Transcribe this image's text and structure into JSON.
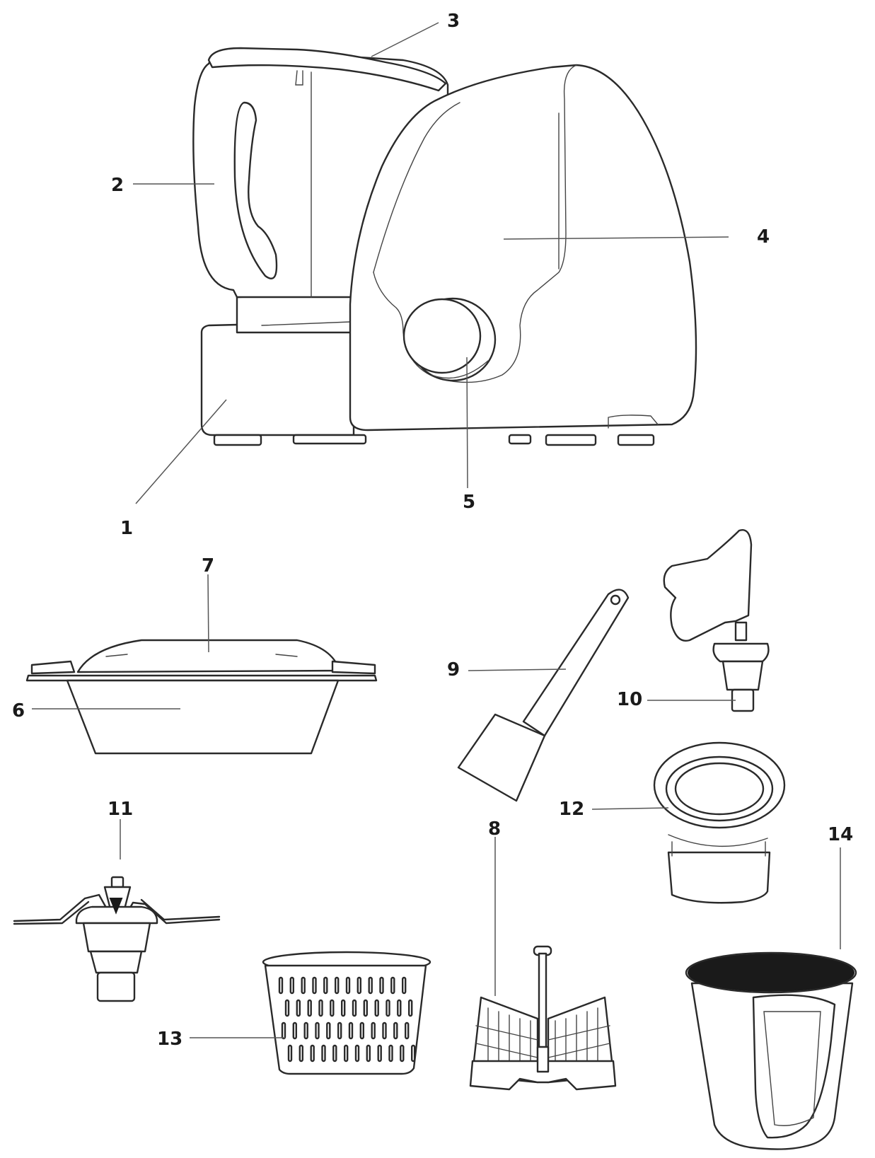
{
  "labels": {
    "l1": "1",
    "l2": "2",
    "l3": "3",
    "l4": "4",
    "l5": "5",
    "l6": "6",
    "l7": "7",
    "l8": "8",
    "l9": "9",
    "l10": "10",
    "l11": "11",
    "l12": "12",
    "l13": "13",
    "l14": "14"
  },
  "colors": {
    "line": "#2a2a2a",
    "fill": "#ffffff",
    "dark": "#1a1a1a"
  }
}
